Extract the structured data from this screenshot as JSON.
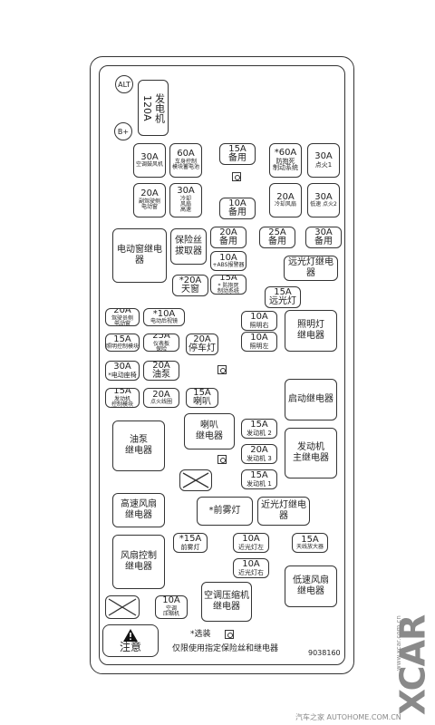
{
  "alt_label": "ALT",
  "bplus_label": "B+",
  "generator": {
    "amp": "120A",
    "label": "发电机"
  },
  "fuses": [
    {
      "id": "f1",
      "amp": "30A",
      "label": "空调鼓风机",
      "size": "s"
    },
    {
      "id": "f2",
      "amp": "60A",
      "label": "车身控制\n模块蓄电池",
      "size": "s"
    },
    {
      "id": "f3",
      "amp": "15A",
      "label": "备用",
      "size": "l"
    },
    {
      "id": "f4",
      "amp": "*60A",
      "label": "防抱死\n制动系统",
      "size": "m"
    },
    {
      "id": "f5",
      "amp": "30A",
      "label": "点火1",
      "size": "m"
    },
    {
      "id": "f6",
      "amp": "20A",
      "label": "副驾驶侧\n电动窗",
      "size": "s"
    },
    {
      "id": "f7",
      "amp": "30A",
      "label": "冷却\n风扇\n高速",
      "size": "s"
    },
    {
      "id": "f8",
      "amp": "10A",
      "label": "备用",
      "size": "l"
    },
    {
      "id": "f9",
      "amp": "20A",
      "label": "冷却风扇",
      "size": "s"
    },
    {
      "id": "f10",
      "amp": "30A",
      "label": "低速 点火2",
      "size": "s"
    },
    {
      "id": "f11",
      "amp": "20A",
      "label": "备用",
      "size": "l"
    },
    {
      "id": "f12",
      "amp": "25A",
      "label": "备用",
      "size": "l"
    },
    {
      "id": "f13",
      "amp": "30A",
      "label": "备用",
      "size": "l"
    },
    {
      "id": "f14",
      "amp": "10A",
      "label": "+ABS报警器",
      "size": "s"
    },
    {
      "id": "f15",
      "amp": "*20A",
      "label": "天窗",
      "size": "l"
    },
    {
      "id": "f16",
      "amp": "15A",
      "label": "* 防抱死\n制动系统",
      "size": "s"
    },
    {
      "id": "f17",
      "amp": "15A",
      "label": "远光灯",
      "size": "l"
    },
    {
      "id": "f18",
      "amp": "20A",
      "label": "驾驶员侧\n电动窗",
      "size": "s"
    },
    {
      "id": "f19",
      "amp": "*10A",
      "label": "电动后视镜",
      "size": "s"
    },
    {
      "id": "f20",
      "amp": "10A",
      "label": "照明右",
      "size": "m"
    },
    {
      "id": "f21",
      "amp": "15A",
      "label": "照明控制模块",
      "size": "s"
    },
    {
      "id": "f22",
      "amp": "25A",
      "label": "仪表板\n保险",
      "size": "s"
    },
    {
      "id": "f23",
      "amp": "20A",
      "label": "停车灯",
      "size": "l"
    },
    {
      "id": "f24",
      "amp": "10A",
      "label": "照明左",
      "size": "m"
    },
    {
      "id": "f25",
      "amp": "30A",
      "label": "*电动座椅",
      "size": "m"
    },
    {
      "id": "f26",
      "amp": "20A",
      "label": "油泵",
      "size": "l"
    },
    {
      "id": "f27",
      "amp": "15A",
      "label": "发动机\n控制模块",
      "size": "s"
    },
    {
      "id": "f28",
      "amp": "20A",
      "label": "点火线圈",
      "size": "s"
    },
    {
      "id": "f29",
      "amp": "15A",
      "label": "喇叭",
      "size": "l"
    },
    {
      "id": "f30",
      "amp": "15A",
      "label": "发动机 2",
      "size": "m"
    },
    {
      "id": "f31",
      "amp": "20A",
      "label": "发动机 3",
      "size": "m"
    },
    {
      "id": "f32",
      "amp": "15A",
      "label": "发动机 1",
      "size": "m"
    },
    {
      "id": "f33",
      "amp": "*15A",
      "label": "前雾灯",
      "size": "m"
    },
    {
      "id": "f34",
      "amp": "10A",
      "label": "近光灯左",
      "size": "m"
    },
    {
      "id": "f35",
      "amp": "15A",
      "label": "天线放大器",
      "size": "s"
    },
    {
      "id": "f36",
      "amp": "10A",
      "label": "近光灯右",
      "size": "m"
    },
    {
      "id": "f37",
      "amp": "10A",
      "label": "空调\n压缩机",
      "size": "s"
    }
  ],
  "relays": [
    {
      "id": "r1",
      "label": "电动窗继电器"
    },
    {
      "id": "r2",
      "label": "保险丝\n拔取器"
    },
    {
      "id": "r3",
      "label": "远光灯继电器"
    },
    {
      "id": "r4",
      "label": "照明灯\n继电器"
    },
    {
      "id": "r5",
      "label": "启动继电器"
    },
    {
      "id": "r6",
      "label": "油泵\n继电器"
    },
    {
      "id": "r7",
      "label": "喇叭\n继电器"
    },
    {
      "id": "r8",
      "label": "发动机\n主继电器"
    },
    {
      "id": "r9",
      "label": "高速风扇\n继电器"
    },
    {
      "id": "r10",
      "label": "*前雾灯"
    },
    {
      "id": "r11",
      "label": "近光灯继电器"
    },
    {
      "id": "r12",
      "label": "风扇控制\n继电器"
    },
    {
      "id": "r13",
      "label": "空调压缩机\n继电器"
    },
    {
      "id": "r14",
      "label": "低速风扇\n继电器"
    }
  ],
  "caution": {
    "label": "注意",
    "note_optional": "*选装",
    "note_main": "仅限使用指定保险丝和继电器"
  },
  "figure_code": "9038160",
  "watermark": {
    "brand": "XCAR",
    "site": "www.xcar.com.cn",
    "footer": "汽车之家  AUTOHOME.COM.CN"
  }
}
